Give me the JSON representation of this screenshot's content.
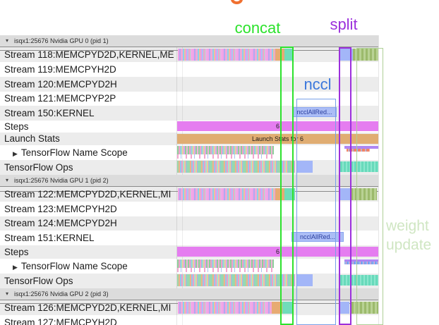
{
  "annotations": {
    "concat": {
      "label": "concat",
      "color": "#2ce22c"
    },
    "split": {
      "label": "split",
      "color": "#9c30dc"
    },
    "nccl": {
      "label": "nccl",
      "color": "#3c78dc"
    },
    "weight_update": {
      "line1": "weight",
      "line2": "update",
      "color": "#cfe6c2"
    }
  },
  "icons": {
    "collapse": "▾",
    "expand": "▶"
  },
  "gpus": [
    {
      "header": "isqx1:25676 Nvidia GPU 0 (pid 1)",
      "rows": [
        "Stream 118:MEMCPYD2D,KERNEL,ME",
        "Stream 119:MEMCPYH2D",
        "Stream 120:MEMCPYD2H",
        "Stream 121:MEMCPYP2P",
        "Stream 150:KERNEL",
        "Steps",
        "Launch Stats",
        "TensorFlow Name Scope",
        "TensorFlow Ops"
      ]
    },
    {
      "header": "isqx1:25676 Nvidia GPU 1 (pid 2)",
      "rows": [
        "Stream 122:MEMCPYD2D,KERNEL,MI",
        "Stream 123:MEMCPYH2D",
        "Stream 124:MEMCPYD2H",
        "Stream 151:KERNEL",
        "Steps",
        "TensorFlow Name Scope",
        "TensorFlow Ops"
      ]
    },
    {
      "header": "isqx1:25676 Nvidia GPU 2 (pid 3)",
      "rows": [
        "Stream 126:MEMCPYD2D,KERNEL,MI",
        "Stream 127:MEMCPYH2D"
      ]
    }
  ],
  "events": {
    "nccl_all_reduce": "ncclAllRed...",
    "step_number": "6",
    "launch_stats": "Launch Stats for 6"
  }
}
